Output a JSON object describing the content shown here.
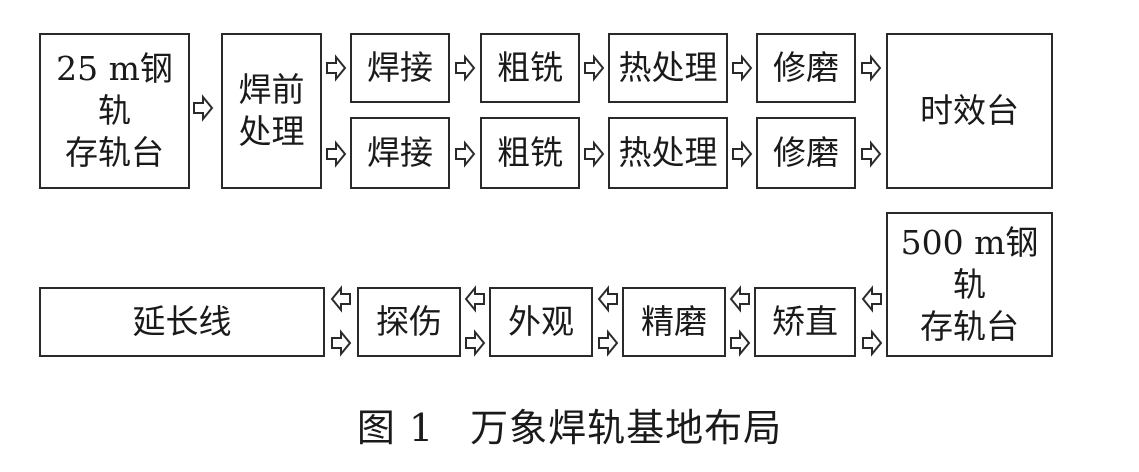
{
  "boxes": {
    "storage_25m": [
      "25 m钢轨",
      "存轨台"
    ],
    "pre_weld": [
      "焊前",
      "处理"
    ],
    "weld_top": "焊接",
    "mill_top": "粗铣",
    "heat_top": "热处理",
    "grind_top": "修磨",
    "weld_bottom": "焊接",
    "mill_bottom": "粗铣",
    "heat_bottom": "热处理",
    "grind_bottom": "修磨",
    "aging": "时效台",
    "storage_500m": [
      "500 m钢轨",
      "存轨台"
    ],
    "straighten": "矫直",
    "fine_grind": "精磨",
    "inspect_appearance": "外观",
    "flaw_detect": "探伤",
    "extension_line": "延长线"
  },
  "caption": {
    "label": "图 1",
    "title": "万象焊轨基地布局"
  },
  "colors": {
    "border": "#2a2a2a",
    "text": "#1a1a1a",
    "background": "#ffffff"
  }
}
